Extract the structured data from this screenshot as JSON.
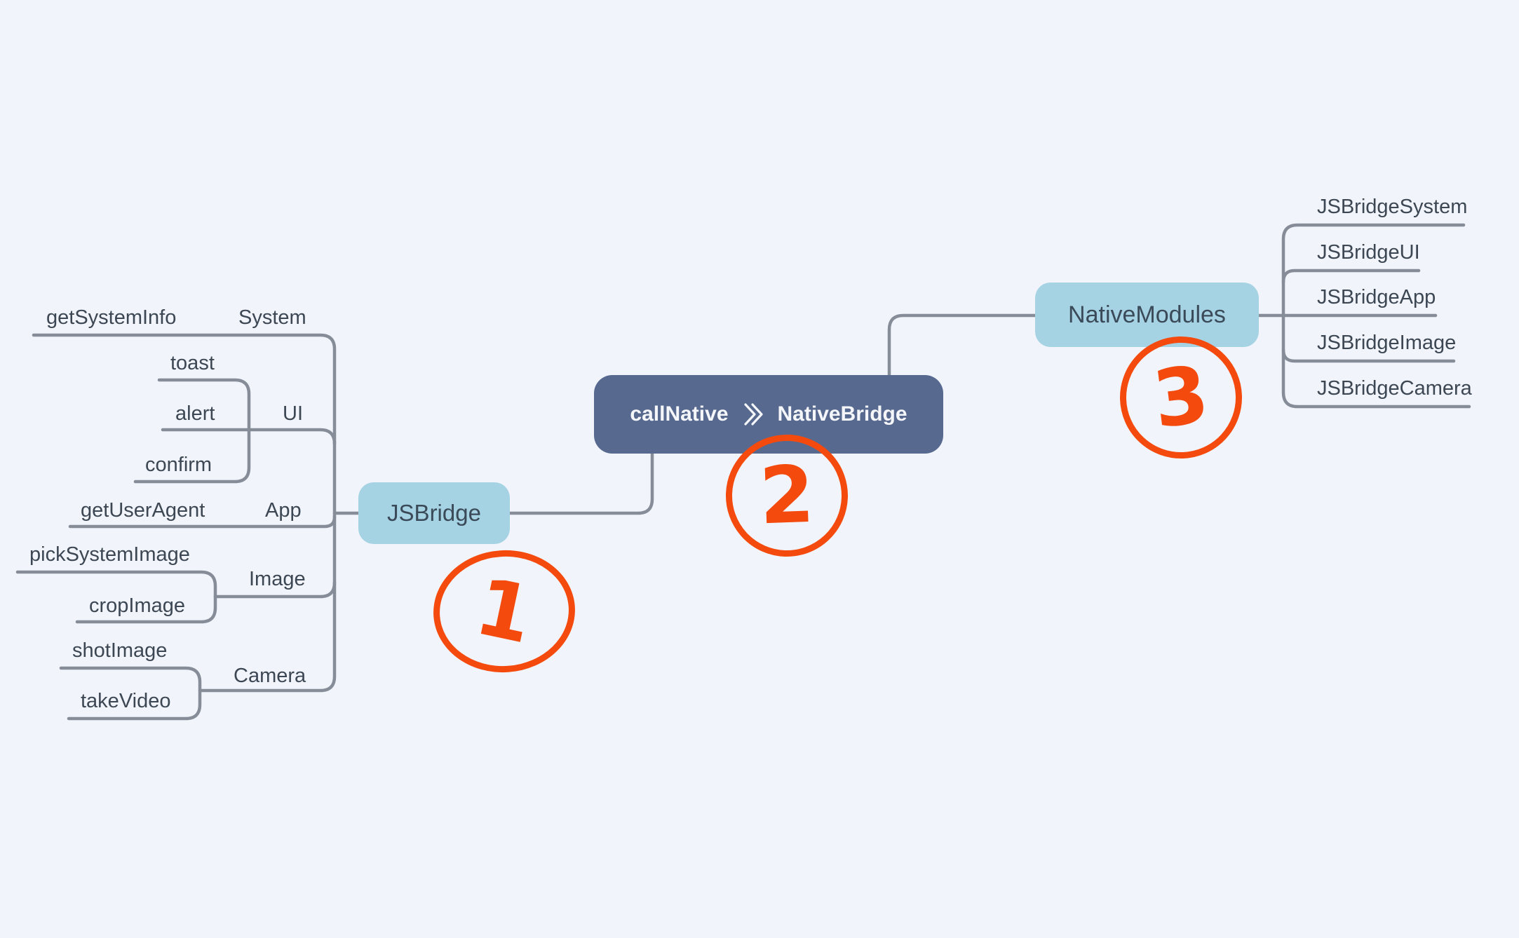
{
  "colors": {
    "background": "#f1f5fb",
    "node_light_fill": "#a5d3e3",
    "node_dark_fill": "#58698f",
    "node_dark_text": "#f4f6f9",
    "topic_text": "#3d4754",
    "connector_line": "#868d99",
    "annotation": "#f54a0e"
  },
  "central_node": {
    "left_label": "callNative",
    "separator_icon": "double-chevron-icon",
    "right_label": "NativeBridge"
  },
  "left_tree": {
    "root_label": "JSBridge",
    "branches": [
      {
        "label": "System",
        "children": [
          "getSystemInfo"
        ]
      },
      {
        "label": "UI",
        "children": [
          "toast",
          "alert",
          "confirm"
        ]
      },
      {
        "label": "App",
        "children": [
          "getUserAgent"
        ]
      },
      {
        "label": "Image",
        "children": [
          "pickSystemImage",
          "cropImage"
        ]
      },
      {
        "label": "Camera",
        "children": [
          "shotImage",
          "takeVideo"
        ]
      }
    ]
  },
  "right_tree": {
    "root_label": "NativeModules",
    "children": [
      "JSBridgeSystem",
      "JSBridgeUI",
      "JSBridgeApp",
      "JSBridgeImage",
      "JSBridgeCamera"
    ]
  },
  "annotations": [
    {
      "label": "1"
    },
    {
      "label": "2"
    },
    {
      "label": "3"
    }
  ]
}
